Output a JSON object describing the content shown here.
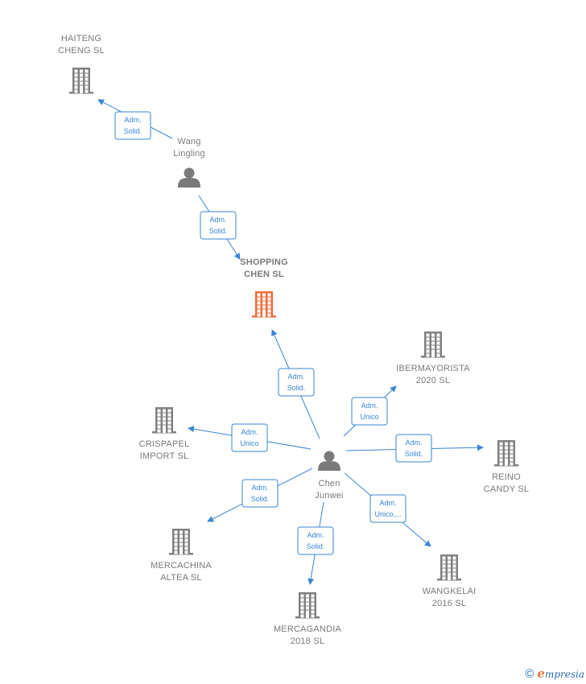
{
  "colors": {
    "edge": "#3a86d6",
    "company": "#808080",
    "focus": "#f26b3a",
    "person": "#7a7a7a"
  },
  "nodes": [
    {
      "id": "haiteng",
      "type": "company",
      "lines": [
        "HAITENG",
        "CHENG SL"
      ],
      "icon": "building-icon"
    },
    {
      "id": "wang",
      "type": "person",
      "lines": [
        "Wang",
        "Lingling"
      ],
      "icon": "person-icon"
    },
    {
      "id": "shopping",
      "type": "company-focus",
      "lines": [
        "SHOPPING",
        "CHEN  SL"
      ],
      "icon": "building-icon"
    },
    {
      "id": "ibermayorista",
      "type": "company",
      "lines": [
        "IBERMAYORISTA",
        "2020  SL"
      ],
      "icon": "building-icon"
    },
    {
      "id": "crispapel",
      "type": "company",
      "lines": [
        "CRISPAPEL",
        "IMPORT  SL"
      ],
      "icon": "building-icon"
    },
    {
      "id": "chen",
      "type": "person",
      "lines": [
        "Chen",
        "Junwei"
      ],
      "icon": "person-icon"
    },
    {
      "id": "reino",
      "type": "company",
      "lines": [
        "REINO",
        "CANDY SL"
      ],
      "icon": "building-icon"
    },
    {
      "id": "mercachina",
      "type": "company",
      "lines": [
        "MERCACHINA",
        "ALTEA  SL"
      ],
      "icon": "building-icon"
    },
    {
      "id": "wangkelai",
      "type": "company",
      "lines": [
        "WANGKELAI",
        "2016  SL"
      ],
      "icon": "building-icon"
    },
    {
      "id": "mercagandia",
      "type": "company",
      "lines": [
        "MERCAGANDIA",
        "2018  SL"
      ],
      "icon": "building-icon"
    }
  ],
  "edges": [
    {
      "from": "wang",
      "to": "haiteng",
      "lines": [
        "Adm.",
        "Solid."
      ]
    },
    {
      "from": "wang",
      "to": "shopping",
      "lines": [
        "Adm.",
        "Solid."
      ]
    },
    {
      "from": "chen",
      "to": "shopping",
      "lines": [
        "Adm.",
        "Solid."
      ]
    },
    {
      "from": "chen",
      "to": "ibermayorista",
      "lines": [
        "Adm.",
        "Unico"
      ]
    },
    {
      "from": "chen",
      "to": "crispapel",
      "lines": [
        "Adm.",
        "Unico"
      ]
    },
    {
      "from": "chen",
      "to": "reino",
      "lines": [
        "Adm.",
        "Solid."
      ]
    },
    {
      "from": "chen",
      "to": "mercachina",
      "lines": [
        "Adm.",
        "Solid."
      ]
    },
    {
      "from": "chen",
      "to": "wangkelai",
      "lines": [
        "Adm.",
        "Unico,..."
      ]
    },
    {
      "from": "chen",
      "to": "mercagandia",
      "lines": [
        "Adm.",
        "Solid."
      ]
    }
  ],
  "footer": {
    "copyright": "©",
    "brand_first": "e",
    "brand_rest": "mpresia"
  }
}
